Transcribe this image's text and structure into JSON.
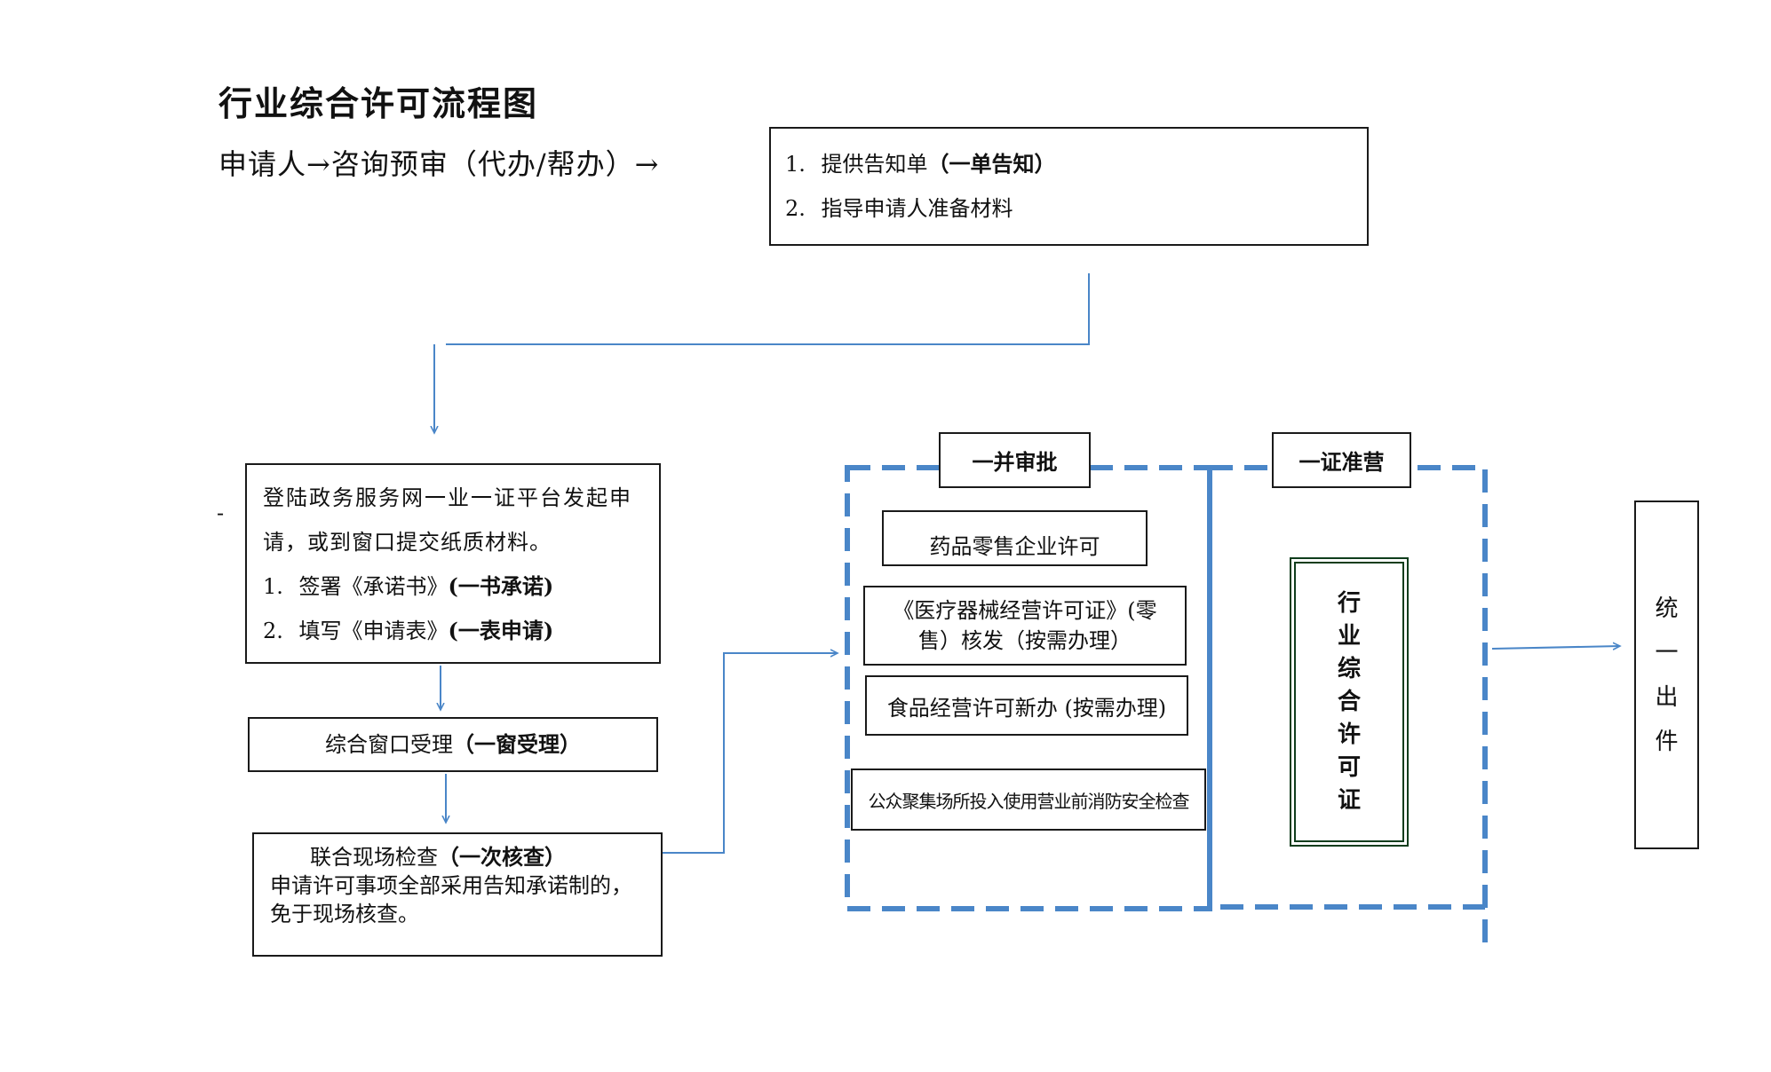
{
  "title": "行业综合许可流程图",
  "subtitle": "申请人→咨询预审（代办/帮办）→",
  "consult_box": {
    "item1_num": "1.",
    "item1_text": "提供告知单",
    "item1_bold": "（一单告知）",
    "item2_num": "2.",
    "item2_text": "指导申请人准备材料"
  },
  "dash_mark": "-",
  "apply_box": {
    "line1": "登陆政务服务网一业一证平台发起申",
    "line2": "请，或到窗口提交纸质材料。",
    "item1_num": "1.",
    "item1_text": "签署《承诺书》",
    "item1_bold": "(一书承诺)",
    "item2_num": "2.",
    "item2_text": "填写《申请表》",
    "item2_bold": "(一表申请)"
  },
  "accept_box": {
    "text": "综合窗口受理",
    "bold": "（一窗受理）"
  },
  "inspect_box": {
    "line1_text": "联合现场检查",
    "line1_bold": "（一次核查）",
    "line2": "申请许可事项全部采用告知承诺制的，",
    "line3": "免于现场核查。"
  },
  "approval": {
    "label": "一并审批",
    "items": [
      {
        "line1": "药品零售企业许可",
        "line2": ""
      },
      {
        "line1": "《医疗器械经营许可证》(零",
        "line2": "售）核发（按需办理）"
      },
      {
        "line1": "食品经营许可新办 (按需办理)",
        "line2": ""
      },
      {
        "line1": "公众聚集场所投入使用营业前消防安全检查",
        "line2": ""
      }
    ]
  },
  "license": {
    "label": "一证准营",
    "chars": [
      "行",
      "业",
      "综",
      "合",
      "许",
      "可",
      "证"
    ]
  },
  "output": {
    "chars": [
      "统",
      "一",
      "出",
      "件"
    ]
  },
  "colors": {
    "connector": "#4a86c8",
    "dashed_border": "#4a86c8",
    "license_border": "#0f3d1c"
  }
}
